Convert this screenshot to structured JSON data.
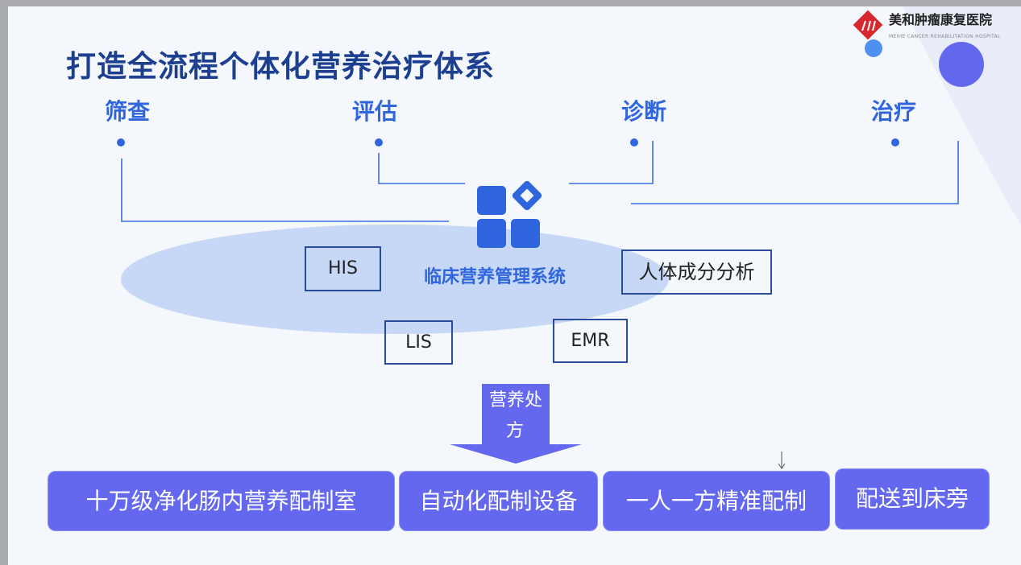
{
  "title": "打造全流程个体化营养治疗体系",
  "logo": {
    "name": "美和肿瘤康复医院",
    "subtitle": "MEIHE CANCER REHABILITATION HOSPITAL"
  },
  "steps": [
    "筛查",
    "评估",
    "诊断",
    "治疗"
  ],
  "center": {
    "label": "临床营养管理系统",
    "icon": "apps-grid-icon"
  },
  "systems": [
    "HIS",
    "人体成分分析",
    "LIS",
    "EMR"
  ],
  "arrow_label_1": "营养处",
  "arrow_label_2": "方",
  "bottom": [
    "十万级净化肠内营养配制室",
    "自动化配制设备",
    "一人一方精准配制",
    "配送到床旁"
  ],
  "colors": {
    "accent": "#2f66de",
    "box": "#6468ee",
    "title": "#1d3f8f",
    "ellipse": "#c7d8f7"
  }
}
